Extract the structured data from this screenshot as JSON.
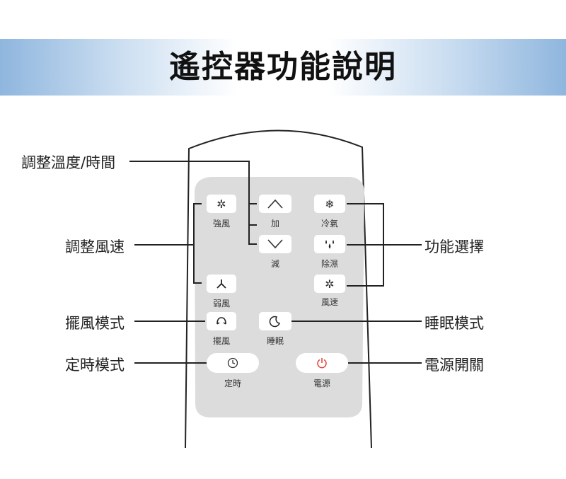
{
  "header": {
    "title": "遙控器功能說明"
  },
  "callouts": {
    "temp_time": "調整溫度/時間",
    "fan_speed": "調整風速",
    "function_select": "功能選擇",
    "swing_mode": "擺風模式",
    "sleep_mode": "睡眠模式",
    "timer_mode": "定時模式",
    "power": "電源開關"
  },
  "buttons": {
    "strong_wind": {
      "label": "強風",
      "icon": "fan-icon"
    },
    "up": {
      "label": "加",
      "icon": "chevron-up-icon"
    },
    "cool": {
      "label": "冷氣",
      "icon": "snowflake-icon"
    },
    "down": {
      "label": "減",
      "icon": "chevron-down-icon"
    },
    "dehumidify": {
      "label": "除濕",
      "icon": "droplets-icon"
    },
    "weak_wind": {
      "label": "弱風",
      "icon": "weak-fan-icon"
    },
    "fan": {
      "label": "風速",
      "icon": "fan-icon"
    },
    "swing": {
      "label": "擺風",
      "icon": "swing-icon"
    },
    "sleep": {
      "label": "睡眠",
      "icon": "moon-icon"
    },
    "timer": {
      "label": "定時",
      "icon": "clock-icon"
    },
    "power": {
      "label": "電源",
      "icon": "power-icon"
    }
  },
  "colors": {
    "panel": "#dcdcdc",
    "power_icon": "#e53935",
    "banner_edge": "#8fb6de"
  }
}
